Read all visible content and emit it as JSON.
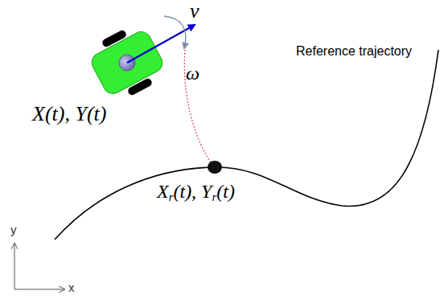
{
  "diagram": {
    "labels": [
      "v",
      "ω",
      "X(t), Y(t)",
      "Xr(t), Yr(t)",
      "Reference trajectory",
      "y",
      "x"
    ]
  }
}
